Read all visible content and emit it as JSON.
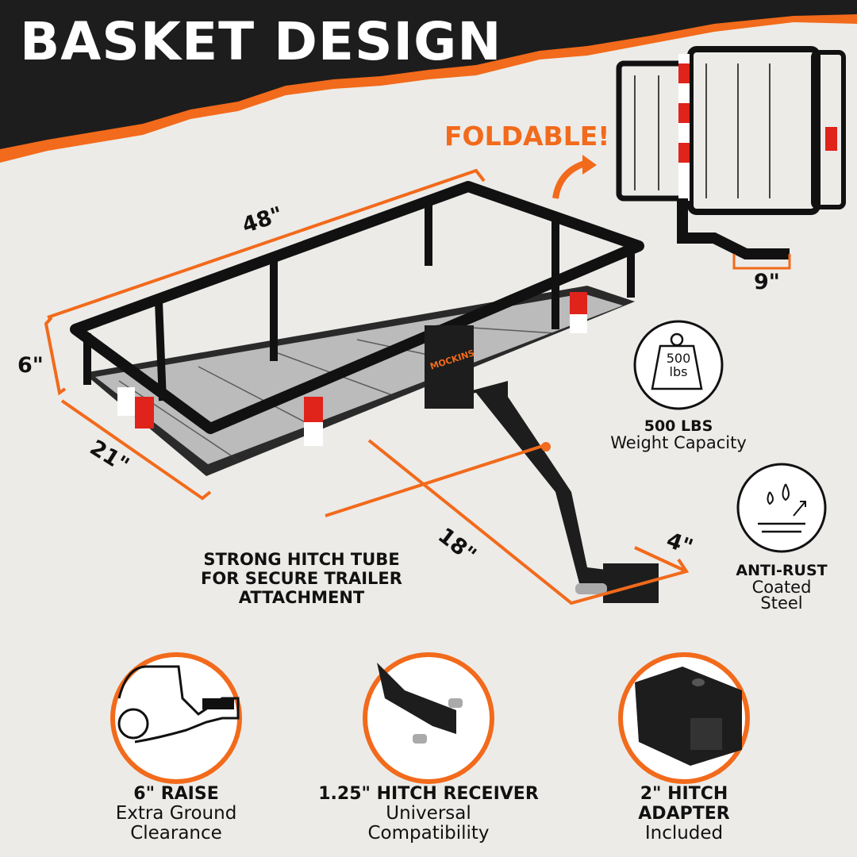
{
  "header": {
    "title": "BASKET DESIGN"
  },
  "callouts": {
    "foldable": "FOLDABLE!"
  },
  "brand": {
    "logo_text": "MOCKINS"
  },
  "dimensions": {
    "length": "48\"",
    "height": "6\"",
    "width": "21\"",
    "tube": "18\"",
    "offset": "4\"",
    "folded": "9\""
  },
  "hitch_tube": {
    "line1": "STRONG HITCH TUBE",
    "line2": "FOR SECURE TRAILER",
    "line3": "ATTACHMENT"
  },
  "weight": {
    "icon_value": "500",
    "icon_unit": "lbs",
    "title": "500 LBS",
    "subtitle": "Weight Capacity"
  },
  "rust": {
    "title": "ANTI-RUST",
    "line1": "Coated",
    "line2": "Steel"
  },
  "features": [
    {
      "title": "6\" RAISE",
      "sub1": "Extra Ground",
      "sub2": "Clearance"
    },
    {
      "title": "1.25\" HITCH RECEIVER",
      "sub1": "Universal",
      "sub2": "Compatibility"
    },
    {
      "title": "2\" HITCH",
      "sub1": "ADAPTER",
      "sub2": "Included"
    }
  ],
  "colors": {
    "accent": "#f26a1b",
    "dark": "#1d1d1d",
    "background": "#ecebe8"
  }
}
